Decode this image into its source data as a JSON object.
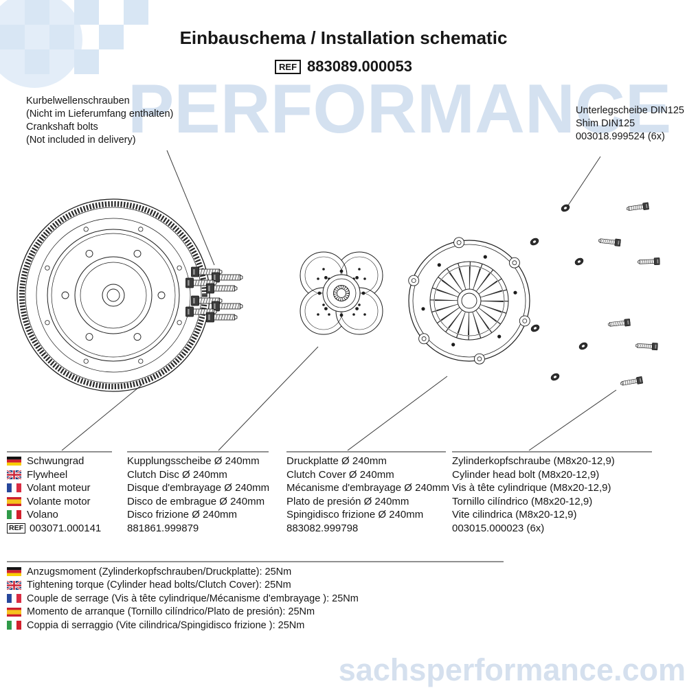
{
  "header": {
    "title": "Einbauschema / Installation schematic",
    "ref_label": "REF",
    "ref_number": "883089.000053"
  },
  "annotations": {
    "crankshaft_bolts": {
      "line1": "Kurbelwellenschrauben",
      "line2": "(Nicht im Lieferumfang enthalten)",
      "line3": "Crankshaft bolts",
      "line4": "(Not included in delivery)"
    },
    "shim": {
      "line1": "Unterlegscheibe DIN125",
      "line2": "Shim DIN125",
      "line3": "003018.999524 (6x)"
    }
  },
  "flags": [
    "germany",
    "united-kingdom",
    "france",
    "spain",
    "italy"
  ],
  "parts": {
    "flywheel": {
      "names": [
        "Schwungrad",
        "Flywheel",
        "Volant moteur",
        "Volante motor",
        "Volano"
      ],
      "ref_label": "REF",
      "number": "003071.000141"
    },
    "clutch_disc": {
      "names": [
        "Kupplungsscheibe Ø 240mm",
        "Clutch Disc Ø 240mm",
        "Disque d'embrayage Ø 240mm",
        "Disco de embrague Ø 240mm",
        "Disco frizione Ø 240mm"
      ],
      "number": "881861.999879"
    },
    "clutch_cover": {
      "names": [
        "Druckplatte Ø 240mm",
        "Clutch Cover Ø 240mm",
        "Mécanisme d'embrayage Ø 240mm",
        "Plato de presión Ø 240mm",
        "Spingidisco frizione Ø 240mm"
      ],
      "number": "883082.999798"
    },
    "bolt": {
      "names": [
        "Zylinderkopfschraube (M8x20-12,9)",
        "Cylinder head bolt (M8x20-12,9)",
        "Vis à tête cylindrique (M8x20-12,9)",
        "Tornillo cilíndrico (M8x20-12,9)",
        "Vite cilindrica (M8x20-12,9)"
      ],
      "number": "003015.000023 (6x)"
    }
  },
  "torque": [
    "Anzugsmoment (Zylinderkopfschrauben/Druckplatte):  25Nm",
    "Tightening torque  (Cylinder head bolts/Clutch Cover): 25Nm",
    "Couple de serrage (Vis à tête cylindrique/Mécanisme d'embrayage ): 25Nm",
    "Momento de arranque  (Tornillo cilíndrico/Plato de presión): 25Nm",
    "Coppia di serraggio (Vite cilindrica/Spingidisco frizione ): 25Nm"
  ],
  "watermarks": {
    "brand": "PERFORMANCE",
    "site": "sachsperformance.com"
  },
  "colors": {
    "ink": "#1c1c1c",
    "watermark_blue": "#d4e1f0"
  }
}
